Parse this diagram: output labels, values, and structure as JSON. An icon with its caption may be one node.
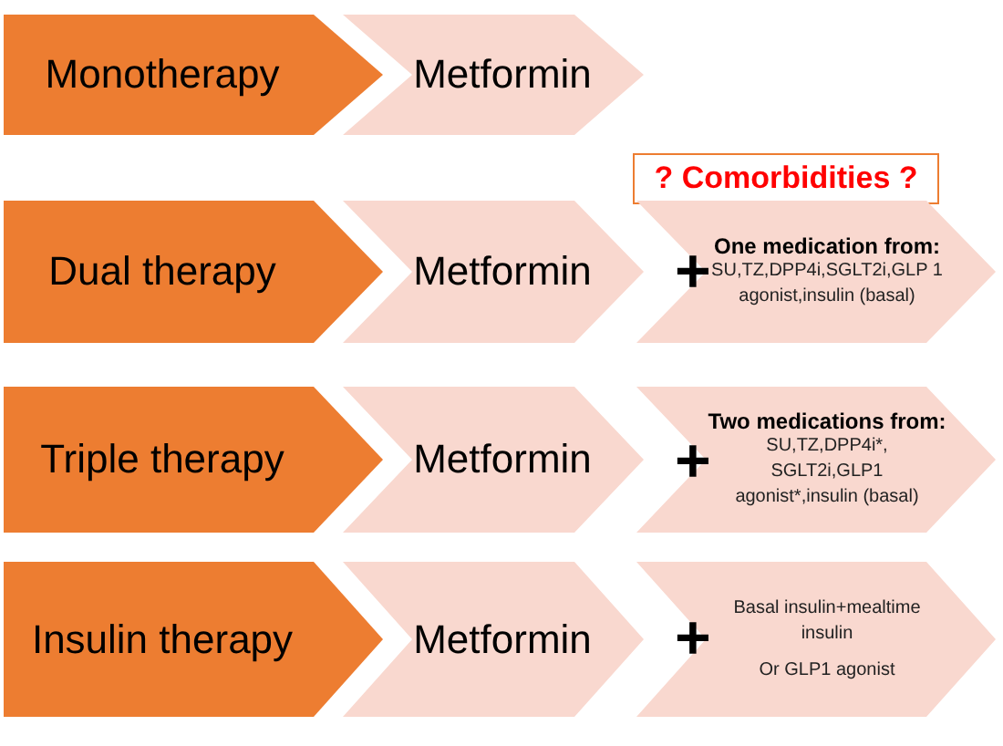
{
  "diagram": {
    "nodes": [
      {
        "text": [
          "Monotherapy"
        ]
      },
      {
        "text": [
          "Metformin"
        ]
      },
      {
        "text": [
          "? Comorbidities ?"
        ]
      },
      {
        "text": [
          "Dual therapy"
        ]
      },
      {
        "text": [
          "Metformin"
        ]
      },
      {
        "text": [
          "One medication from:",
          "SU,TZ,DPP4i,SGLT2i,GLP 1 agonist,insulin (basal)"
        ]
      },
      {
        "text": [
          "Triple therapy"
        ]
      },
      {
        "text": [
          "Metformin"
        ]
      },
      {
        "text": [
          "Two medications from:",
          "SU,TZ,DPP4i*, SGLT2i,GLP1 agonist*,insulin (basal)"
        ]
      },
      {
        "text": [
          "Insulin therapy"
        ]
      },
      {
        "text": [
          "Metformin"
        ]
      },
      {
        "text": [
          "Basal insulin+mealtime insulin",
          "Or GLP1 agonist"
        ]
      }
    ],
    "labels": [
      "+",
      "+",
      "+"
    ]
  }
}
